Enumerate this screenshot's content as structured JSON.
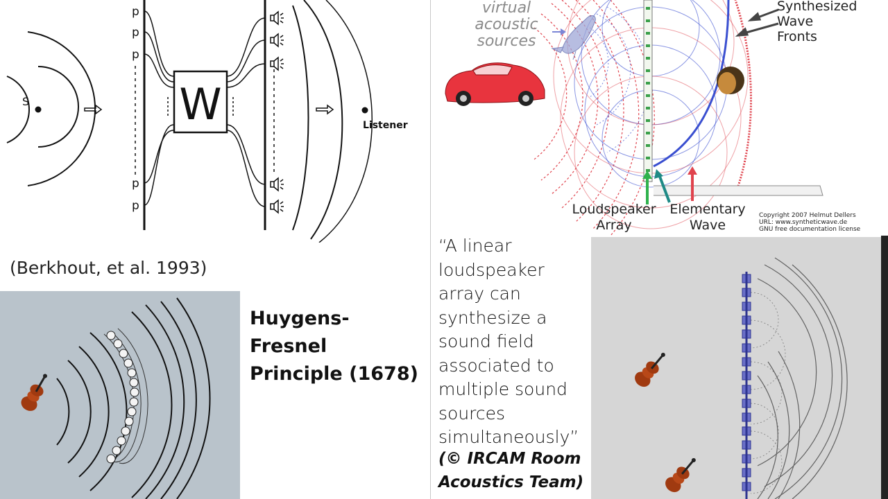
{
  "berkhout": {
    "source_label": "S",
    "matrix_label": "W",
    "listener_label": "Listener",
    "mic_label": "p",
    "citation": "(Berkhout, et al. 1993)"
  },
  "wfs": {
    "virtual_sources": [
      "virtual",
      "acoustic",
      "sources"
    ],
    "synth_fronts": [
      "Synthesized",
      "Wave",
      "Fronts"
    ],
    "loudspeaker_array": [
      "Loudspeaker",
      "Array"
    ],
    "elementary_wave": [
      "Elementary",
      "Wave"
    ],
    "copyright": [
      "Copyright 2007 Helmut Dellers",
      "URL: www.syntheticwave.de",
      "GNU free documentation license"
    ],
    "colors": {
      "red": "#e0434d",
      "blue": "#3a4fd0",
      "green": "#2fb24d",
      "teal": "#1f8a86"
    }
  },
  "huygens": {
    "title": [
      "Huygens-",
      "Fresnel",
      "Principle (1678)"
    ],
    "bg_color": "#b9c3cb"
  },
  "quote": {
    "lines": [
      "“A linear",
      "loudspeaker",
      "array can",
      "synthesize a",
      "sound field",
      "associated to",
      "multiple sound",
      "sources",
      "simultaneously”"
    ],
    "credit": [
      "(© IRCAM Room",
      "Acoustics Team)"
    ]
  }
}
